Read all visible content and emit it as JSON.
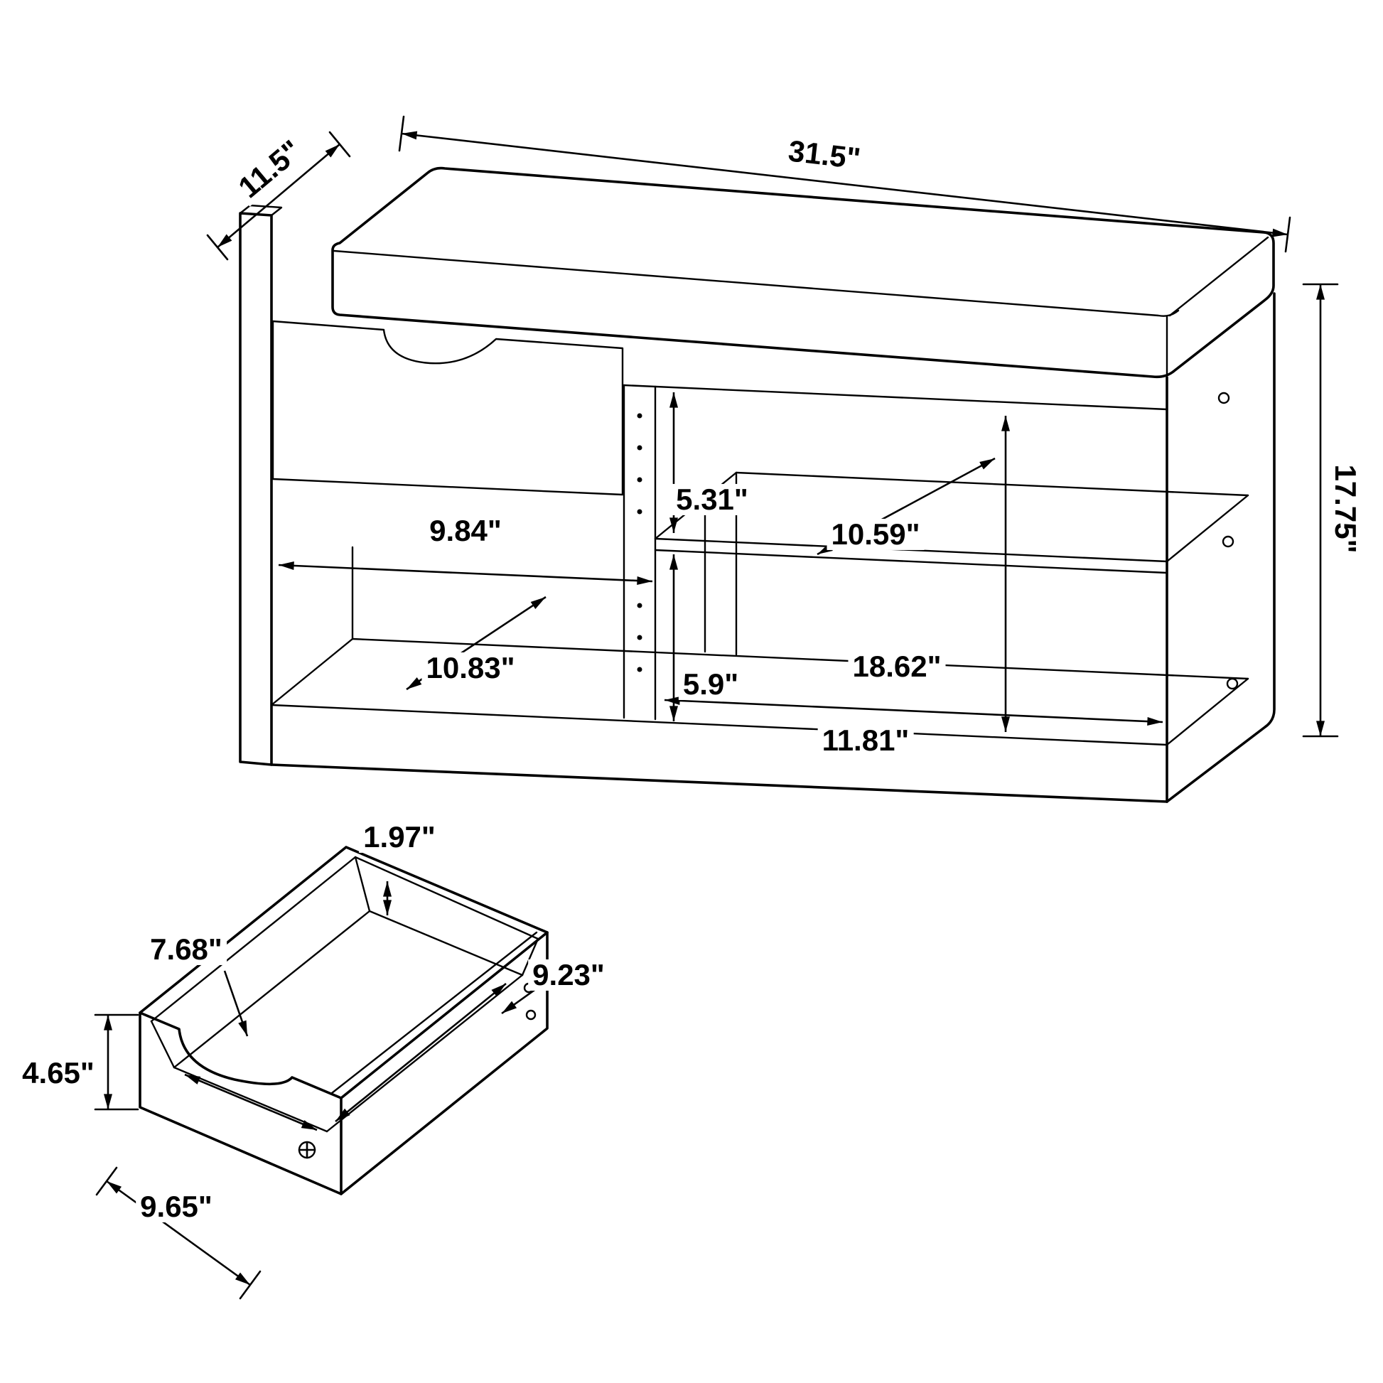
{
  "labels": {
    "bench": {
      "width": "31.5\"",
      "depth": "11.5\"",
      "height": "17.75\"",
      "left_cubby_width": "9.84\"",
      "upper_cubby_height": "5.31\"",
      "shelf_depth": "10.59\"",
      "lower_cubby_depth": "10.83\"",
      "lower_cubby_height": "5.9\"",
      "right_cubby_width": "18.62\"",
      "right_interior_height": "11.81\""
    },
    "drawer": {
      "back_height": "1.97\"",
      "interior_width": "7.68\"",
      "interior_depth": "9.23\"",
      "front_height": "4.65\"",
      "width": "9.65\""
    }
  },
  "colors": {
    "line": "#000000",
    "background": "#ffffff"
  }
}
